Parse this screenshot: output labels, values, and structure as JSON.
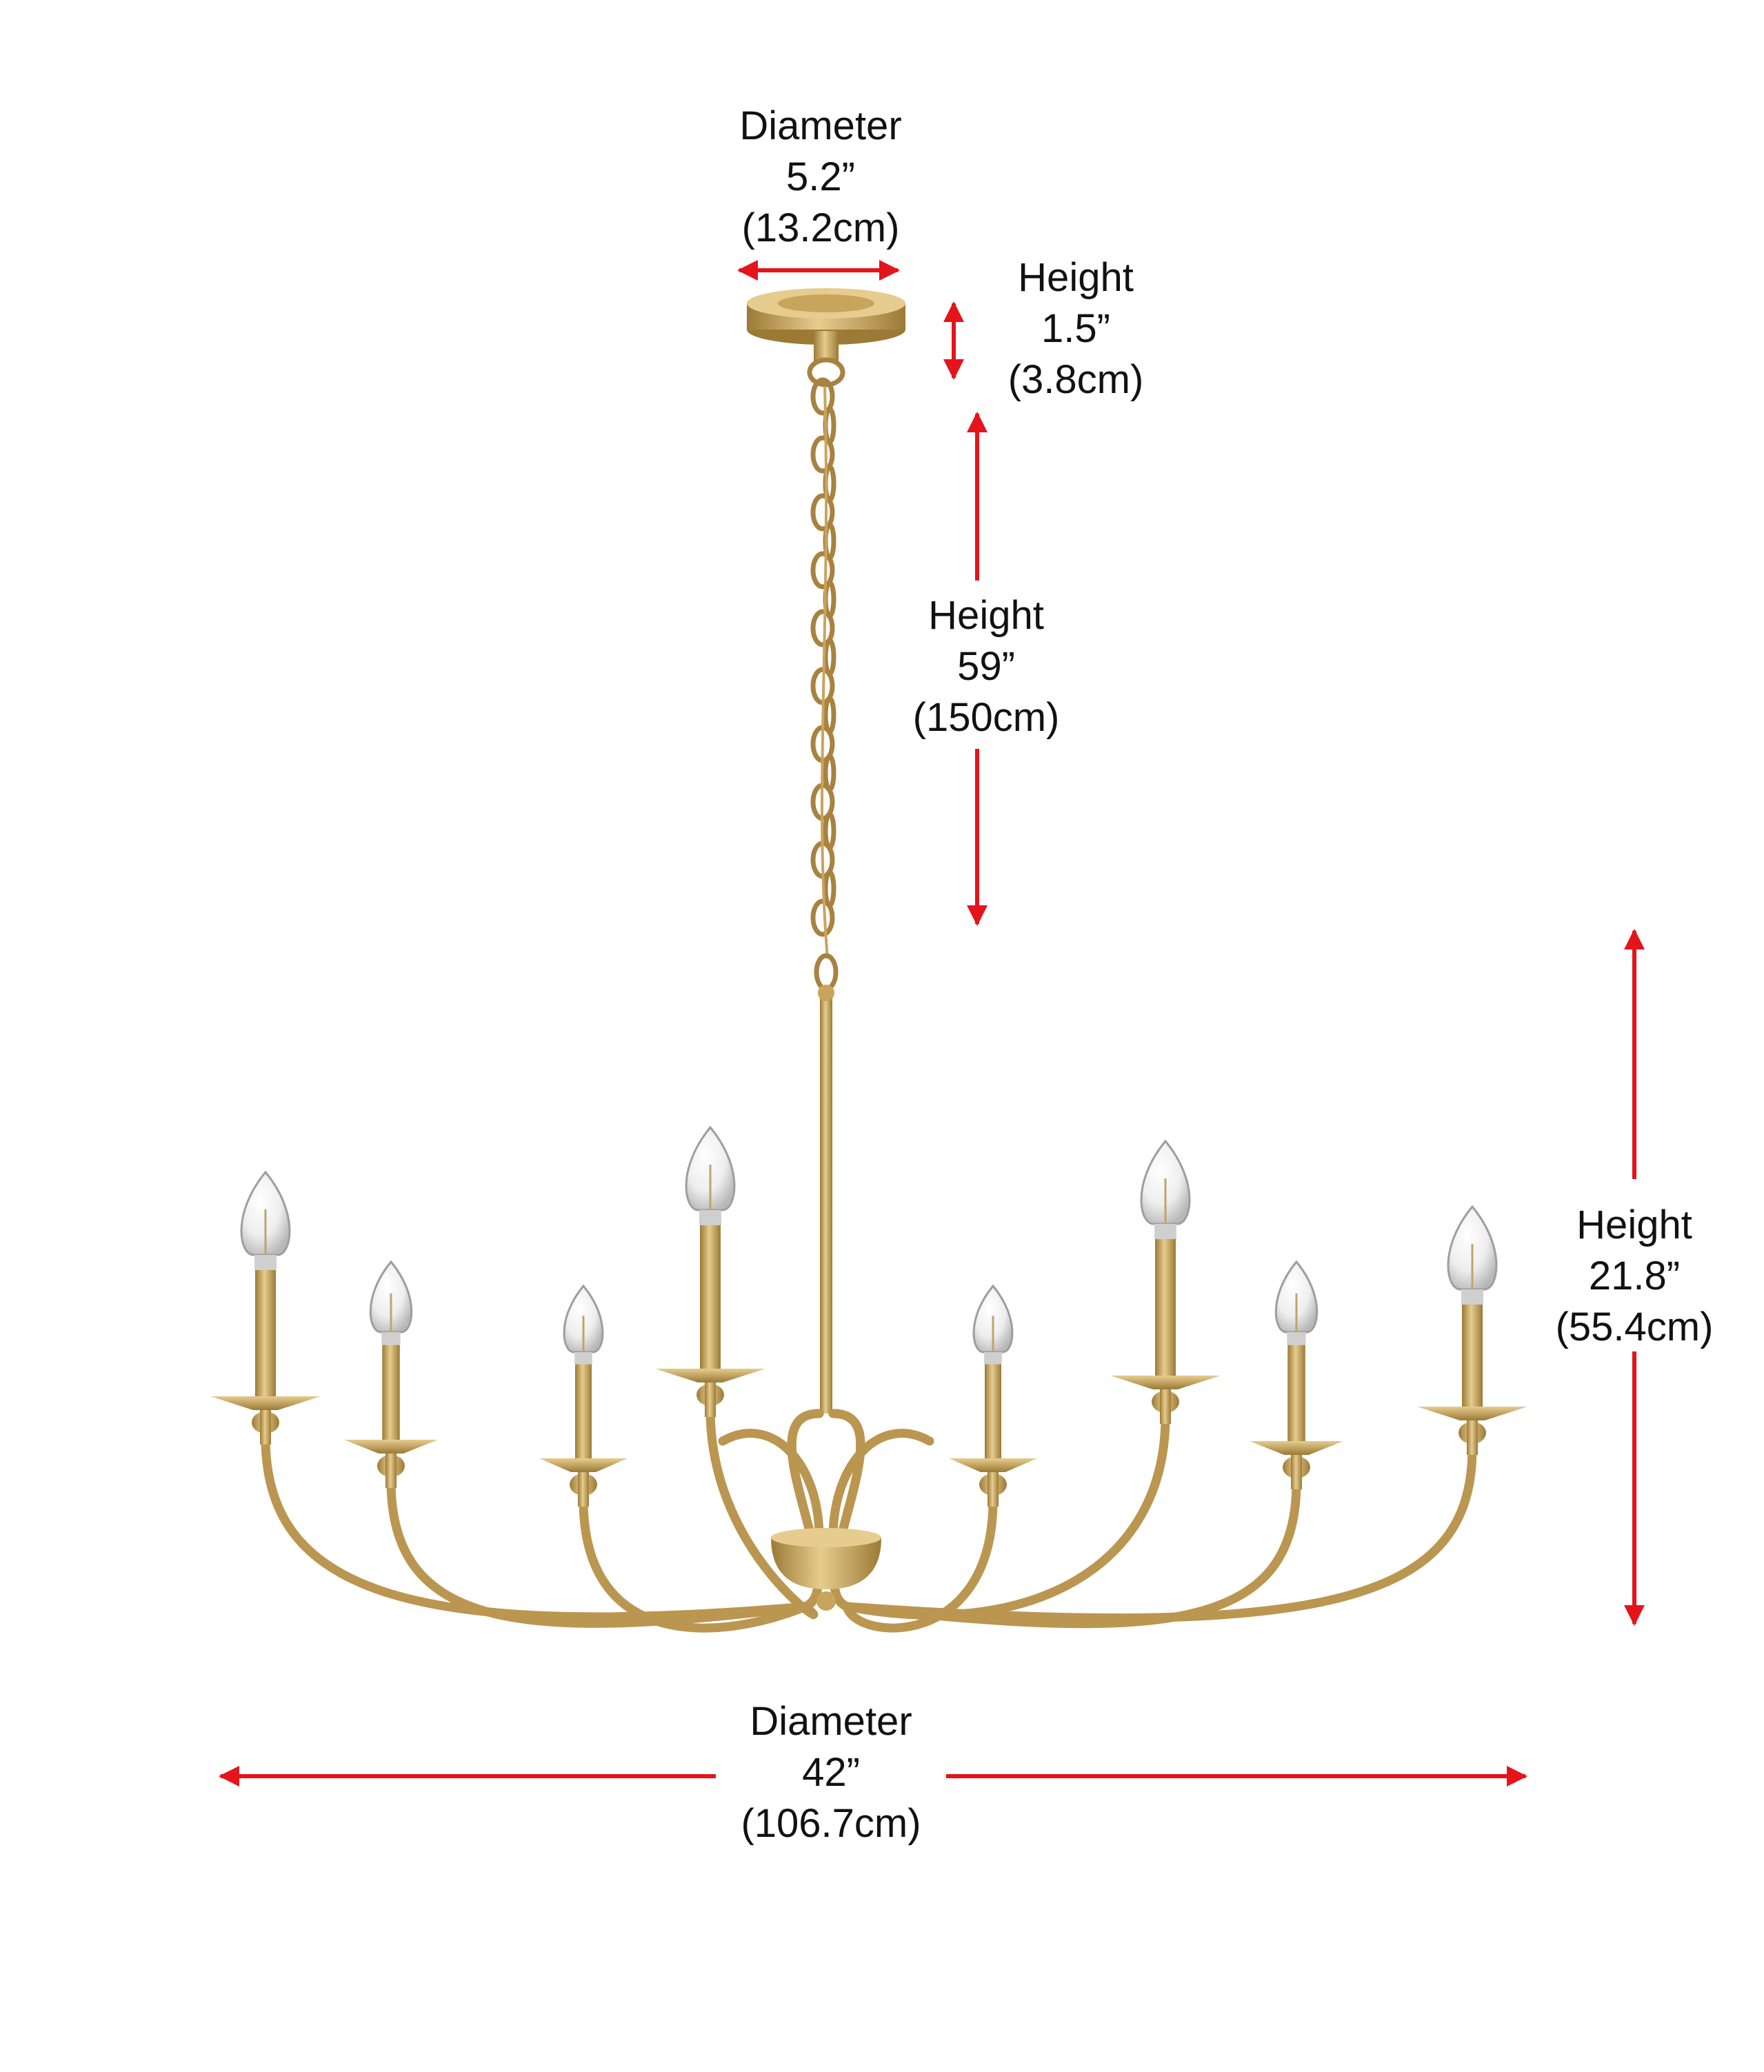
{
  "colors": {
    "arrow": "#e5141b",
    "brass": "#c9a45c",
    "brass_dark": "#9c7a36",
    "brass_light": "#e6cc8e",
    "text": "#111111",
    "background": "#ffffff"
  },
  "dimensions": {
    "canopy_diameter": {
      "label": "Diameter",
      "imperial": "5.2”",
      "metric": "(13.2cm)"
    },
    "canopy_height": {
      "label": "Height",
      "imperial": "1.5”",
      "metric": "(3.8cm)"
    },
    "chain_height": {
      "label": "Height",
      "imperial": "59”",
      "metric": "(150cm)"
    },
    "fixture_height": {
      "label": "Height",
      "imperial": "21.8”",
      "metric": "(55.4cm)"
    },
    "fixture_diameter": {
      "label": "Diameter",
      "imperial": "42”",
      "metric": "(106.7cm)"
    }
  },
  "fixture": {
    "lights": 8
  }
}
